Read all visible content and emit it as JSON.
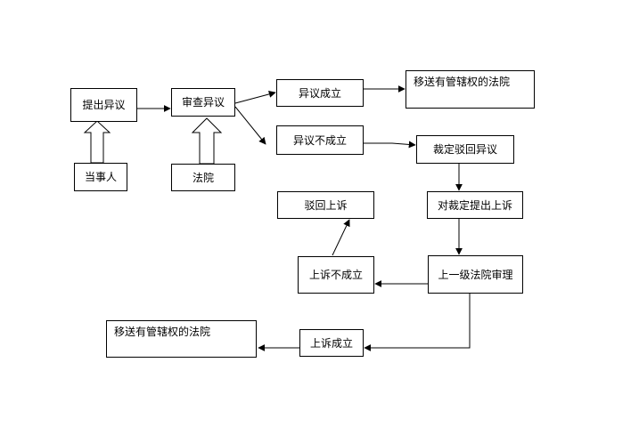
{
  "nodes": {
    "tichu_yiyi": "提出异议",
    "dangshiren": "当事人",
    "shencha_yiyi": "审查异议",
    "fayuan": "法院",
    "yiyi_chengli": "异议成立",
    "yisong_1": "移送有管辖权的法院",
    "yiyi_buchengli": "异议不成立",
    "caiding_bohui": "裁定驳回异议",
    "dui_caiding_shangsu": "对裁定提出上诉",
    "bohui_shangsu": "驳回上诉",
    "shangsu_buchengli": "上诉不成立",
    "shangyiji_shenli": "上一级法院审理",
    "shangsu_chengli": "上诉成立",
    "yisong_2": "移送有管辖权的法院"
  }
}
